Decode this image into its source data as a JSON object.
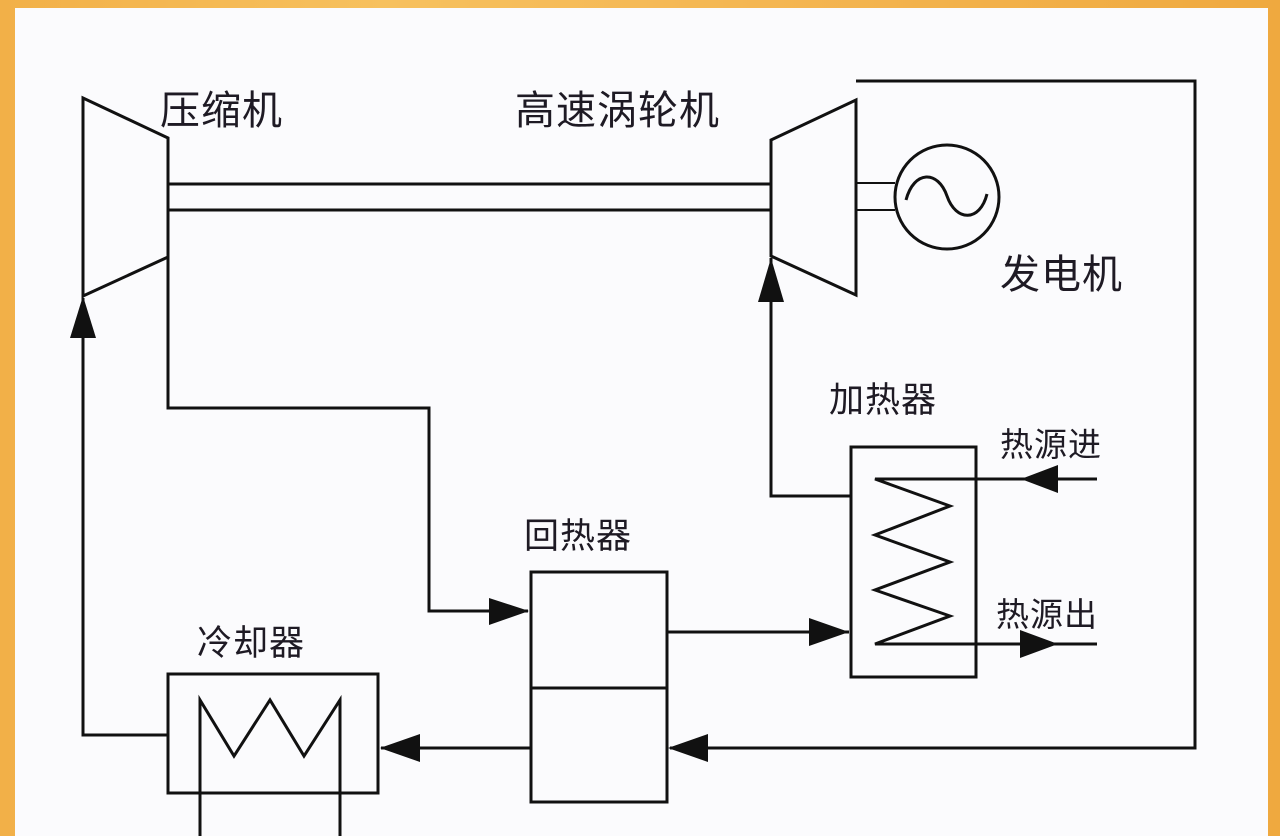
{
  "diagram": {
    "type": "closed Brayton cycle with recuperator",
    "colors": {
      "line": "#111111",
      "background": "#fbfbfd",
      "border": "#f4b652"
    },
    "components": {
      "compressor": {
        "label": "压缩机"
      },
      "turbine": {
        "label": "高速涡轮机"
      },
      "generator": {
        "label": "发电机",
        "symbol": "~"
      },
      "heater": {
        "label": "加热器"
      },
      "recuperator": {
        "label": "回热器"
      },
      "cooler": {
        "label": "冷却器"
      }
    },
    "streams": {
      "heat_source_in": {
        "label": "热源进"
      },
      "heat_source_out": {
        "label": "热源出"
      }
    },
    "flows": [
      {
        "from": "compressor",
        "to": "recuperator"
      },
      {
        "from": "recuperator",
        "to": "heater"
      },
      {
        "from": "heater",
        "to": "turbine"
      },
      {
        "from": "turbine",
        "to": "recuperator"
      },
      {
        "from": "recuperator",
        "to": "cooler"
      },
      {
        "from": "cooler",
        "to": "compressor"
      }
    ]
  }
}
